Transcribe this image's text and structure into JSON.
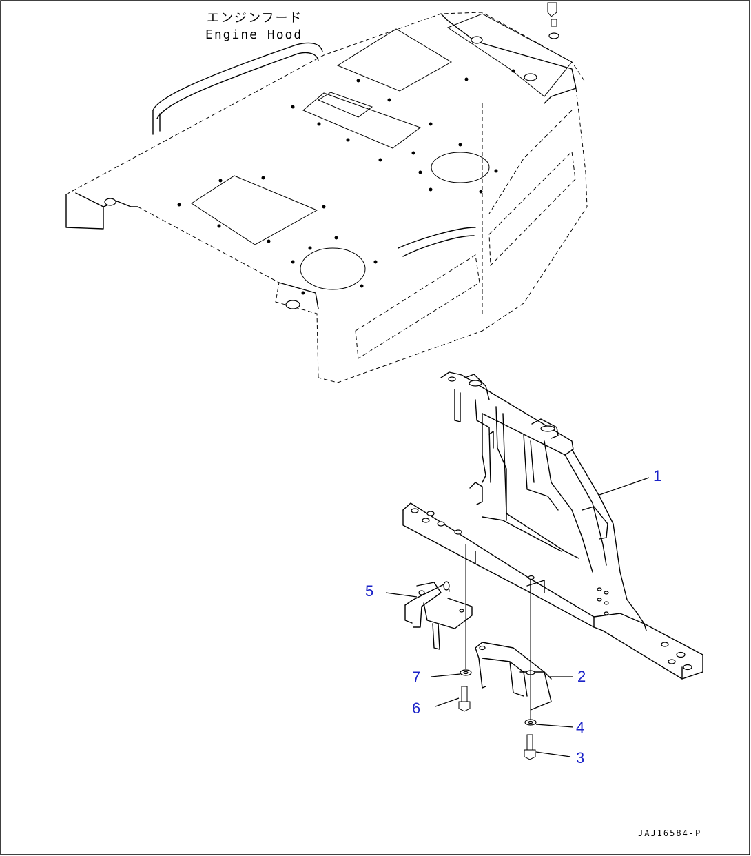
{
  "labels": {
    "hood_jp": "エンジンフード",
    "hood_en": "Engine Hood",
    "drawing_code": "JAJ16584-P"
  },
  "callouts": [
    {
      "num": "1",
      "part": "frame"
    },
    {
      "num": "2",
      "part": "cover"
    },
    {
      "num": "3",
      "part": "bolt"
    },
    {
      "num": "4",
      "part": "washer"
    },
    {
      "num": "5",
      "part": "bracket"
    },
    {
      "num": "6",
      "part": "bolt"
    },
    {
      "num": "7",
      "part": "washer"
    }
  ],
  "colors": {
    "line": "#000000",
    "callout": "#1a22c8",
    "background": "#ffffff"
  }
}
